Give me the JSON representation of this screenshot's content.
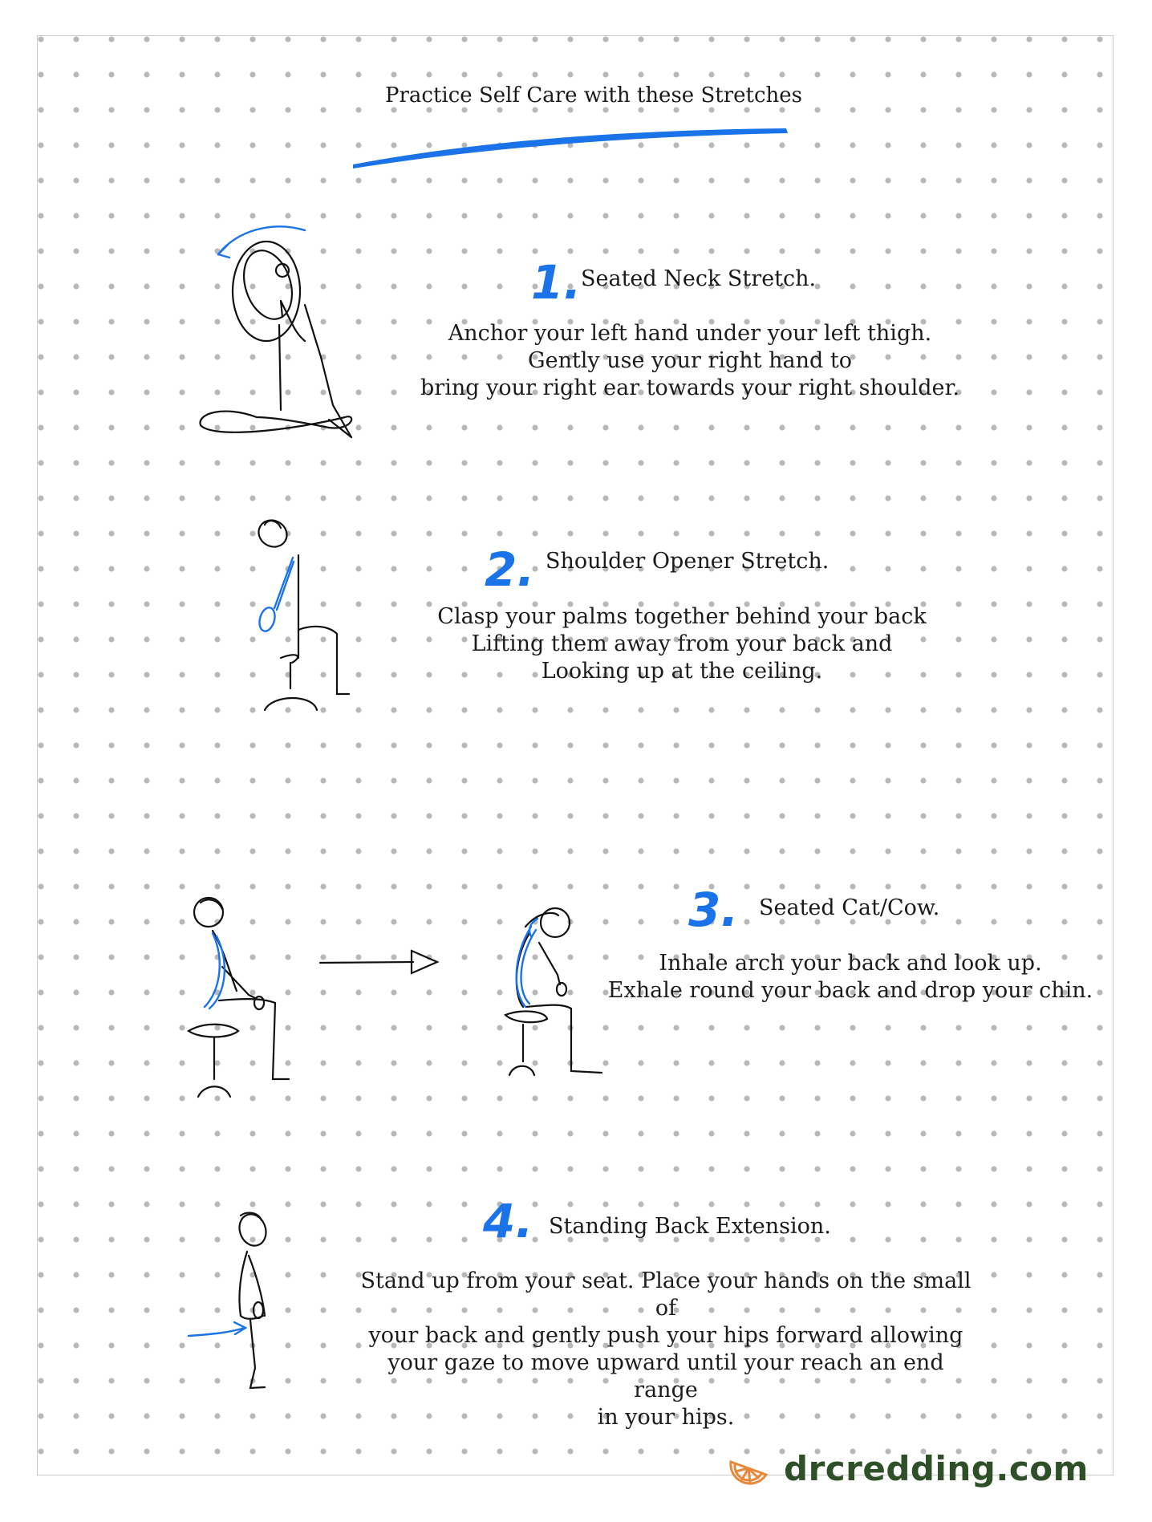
{
  "page": {
    "title": "Practice Self Care with these Stretches"
  },
  "stretches": [
    {
      "number": "1.",
      "title": "Seated Neck Stretch.",
      "lines": [
        "Anchor your left hand under your left thigh.",
        "Gently use your right hand to",
        "bring your right ear towards your right shoulder."
      ]
    },
    {
      "number": "2.",
      "title": "Shoulder Opener Stretch.",
      "lines": [
        "Clasp your palms together behind your back",
        "Lifting them away from your back and",
        "Looking up at the ceiling."
      ]
    },
    {
      "number": "3.",
      "title": "Seated Cat/Cow.",
      "lines": [
        "Inhale arch your back and look up.",
        "Exhale round your back and drop your chin."
      ]
    },
    {
      "number": "4.",
      "title": "Standing Back Extension.",
      "lines": [
        "Stand up from your seat. Place your hands on the small of",
        "your back and gently push your hips forward allowing",
        "your gaze to move upward until your reach an end range",
        "in your hips."
      ]
    }
  ],
  "footer": {
    "site": "drcredding.com",
    "logo_icon": "orange-slice-icon"
  },
  "colors": {
    "accent_blue": "#1a73e8",
    "footer_green": "#2f4f28",
    "logo_orange": "#e8893a",
    "dot_gray": "#b8b8b8"
  }
}
